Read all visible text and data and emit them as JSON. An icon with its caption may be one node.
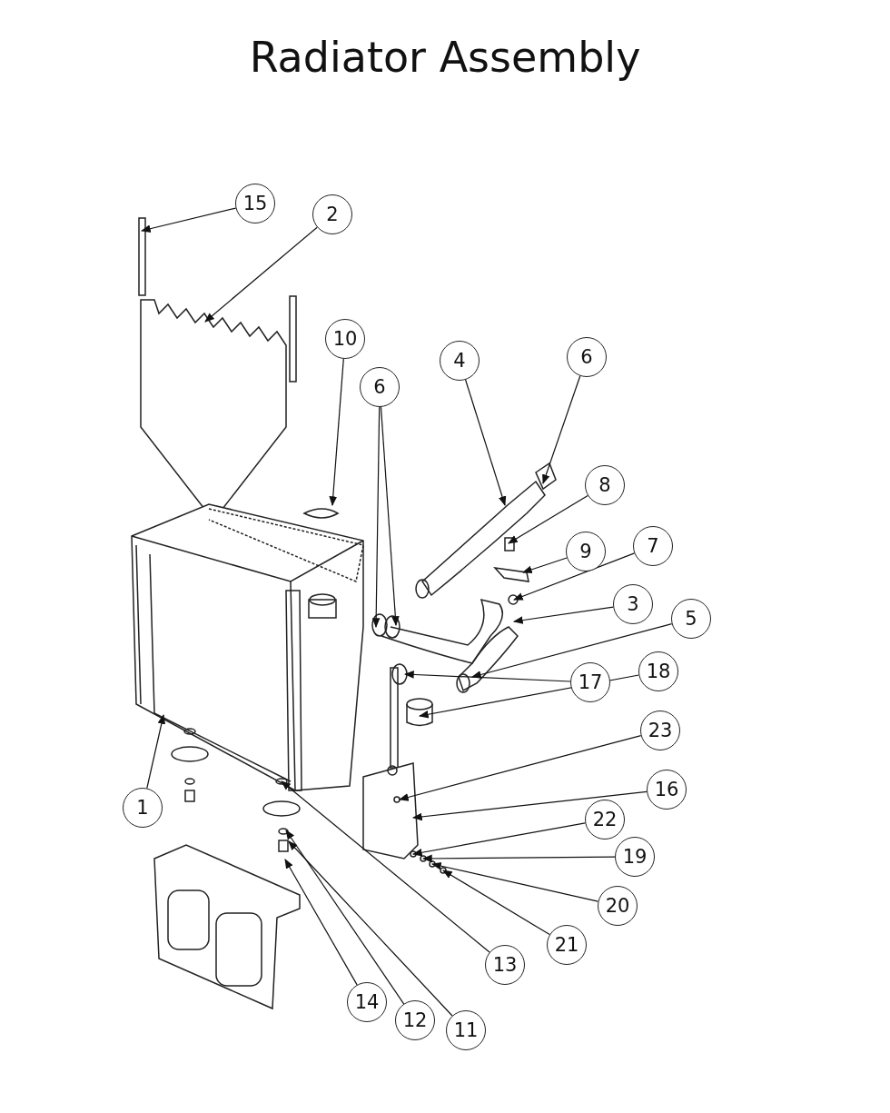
{
  "diagram": {
    "title": "Radiator Assembly",
    "nodes": [
      {
        "text": [
          "15"
        ]
      },
      {
        "text": [
          "2"
        ]
      },
      {
        "text": [
          "10"
        ]
      },
      {
        "text": [
          "4"
        ]
      },
      {
        "text": [
          "6"
        ]
      },
      {
        "text": [
          "6"
        ]
      },
      {
        "text": [
          "8"
        ]
      },
      {
        "text": [
          "9"
        ]
      },
      {
        "text": [
          "7"
        ]
      },
      {
        "text": [
          "3"
        ]
      },
      {
        "text": [
          "5"
        ]
      },
      {
        "text": [
          "17"
        ]
      },
      {
        "text": [
          "18"
        ]
      },
      {
        "text": [
          "23"
        ]
      },
      {
        "text": [
          "16"
        ]
      },
      {
        "text": [
          "22"
        ]
      },
      {
        "text": [
          "19"
        ]
      },
      {
        "text": [
          "20"
        ]
      },
      {
        "text": [
          "21"
        ]
      },
      {
        "text": [
          "1"
        ]
      },
      {
        "text": [
          "13"
        ]
      },
      {
        "text": [
          "14"
        ]
      },
      {
        "text": [
          "12"
        ]
      },
      {
        "text": [
          "11"
        ]
      }
    ],
    "edges": [
      {
        "from": 0,
        "to": null,
        "arrow": "to"
      },
      {
        "from": 1,
        "to": null,
        "arrow": "to"
      },
      {
        "from": 2,
        "to": null,
        "arrow": "to"
      },
      {
        "from": 3,
        "to": null,
        "arrow": "to"
      },
      {
        "from": 4,
        "to": null,
        "arrow": "to"
      },
      {
        "from": 5,
        "to": null,
        "arrow": "to"
      },
      {
        "from": 5,
        "to": null,
        "arrow": "to"
      },
      {
        "from": 6,
        "to": null,
        "arrow": "to"
      },
      {
        "from": 7,
        "to": null,
        "arrow": "to"
      },
      {
        "from": 8,
        "to": null,
        "arrow": "to"
      },
      {
        "from": 9,
        "to": null,
        "arrow": "to"
      },
      {
        "from": 10,
        "to": null,
        "arrow": "to"
      },
      {
        "from": 11,
        "to": null,
        "arrow": "to"
      },
      {
        "from": 12,
        "to": null,
        "arrow": "to"
      },
      {
        "from": 13,
        "to": null,
        "arrow": "to"
      },
      {
        "from": 14,
        "to": null,
        "arrow": "to"
      },
      {
        "from": 15,
        "to": null,
        "arrow": "to"
      },
      {
        "from": 16,
        "to": null,
        "arrow": "to"
      },
      {
        "from": 17,
        "to": null,
        "arrow": "to"
      },
      {
        "from": 18,
        "to": null,
        "arrow": "to"
      },
      {
        "from": 19,
        "to": null,
        "arrow": "to"
      },
      {
        "from": 20,
        "to": null,
        "arrow": "to"
      },
      {
        "from": 21,
        "to": null,
        "arrow": "to"
      },
      {
        "from": 22,
        "to": null,
        "arrow": "to"
      },
      {
        "from": 23,
        "to": null,
        "arrow": "to"
      }
    ]
  }
}
